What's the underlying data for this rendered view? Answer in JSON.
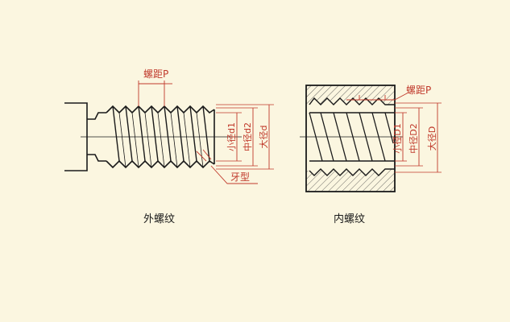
{
  "external": {
    "caption": "外螺纹",
    "pitch_label": "螺距P",
    "minor_diameter": "小径d1",
    "pitch_diameter": "中径d2",
    "major_diameter": "大径d",
    "thread_profile": "牙型"
  },
  "internal": {
    "caption": "内螺纹",
    "pitch_label": "螺距P",
    "minor_diameter": "小径D1",
    "pitch_diameter": "中径D2",
    "major_diameter": "大径D"
  },
  "colors": {
    "background": "#fbf6e0",
    "ink": "#1a1a1a",
    "annotation": "#c0392b"
  }
}
